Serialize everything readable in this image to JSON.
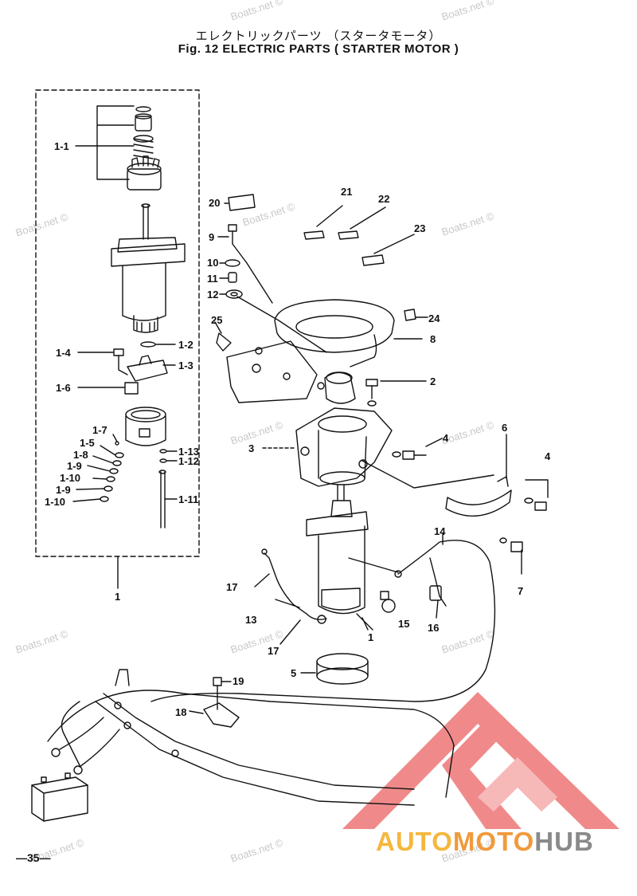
{
  "header": {
    "title_jp": "エレクトリックパーツ （スタータモータ）",
    "title_en": "Fig. 12   ELECTRIC PARTS ( STARTER MOTOR )"
  },
  "watermark": "Boats.net ©",
  "callouts": {
    "c1_1": "1-1",
    "c1_2": "1-2",
    "c1_3": "1-3",
    "c1_4": "1-4",
    "c1_6": "1-6",
    "c1_7": "1-7",
    "c1_5": "1-5",
    "c1_8": "1-8",
    "c1_9a": "1-9",
    "c1_10a": "1-10",
    "c1_9b": "1-9",
    "c1_10b": "1-10",
    "c1_13": "1-13",
    "c1_12": "1-12",
    "c1_11": "1-11",
    "c1": "1",
    "c1b": "1",
    "c2": "2",
    "c3": "3",
    "c4a": "4",
    "c4b": "4",
    "c5": "5",
    "c6": "6",
    "c7": "7",
    "c8": "8",
    "c9": "9",
    "c10": "10",
    "c11": "11",
    "c12": "12",
    "c13": "13",
    "c14": "14",
    "c15": "15",
    "c16": "16",
    "c17a": "17",
    "c17b": "17",
    "c18": "18",
    "c19": "19",
    "c20": "20",
    "c21": "21",
    "c22": "22",
    "c23": "23",
    "c24": "24",
    "c25": "25"
  },
  "page_number": "—35—",
  "brand": {
    "part1": "AUTO",
    "part2": "MOTO",
    "part3": "HUB",
    "logo_color": "#f08a8a"
  }
}
